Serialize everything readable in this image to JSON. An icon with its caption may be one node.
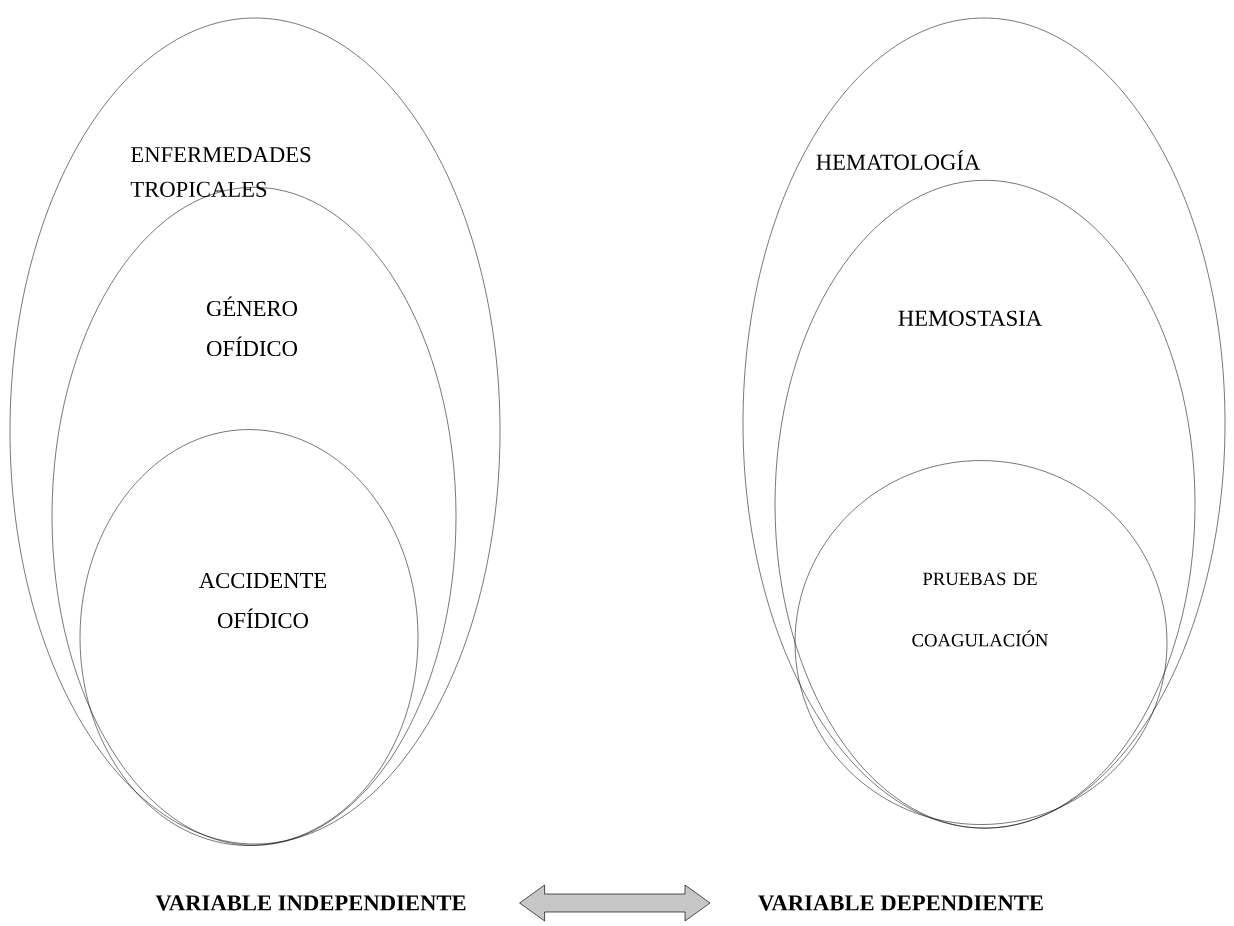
{
  "diagram": {
    "nodes": [
      {
        "text": [
          "ENFERMEDADES TROPICALES"
        ]
      },
      {
        "text": [
          "GÉNERO OFÍDICO"
        ],
        "in": 0
      },
      {
        "text": [
          "ACCIDENTE OFÍDICO"
        ],
        "in": 1
      },
      {
        "text": [
          "HEMATOLOGÍA"
        ]
      },
      {
        "text": [
          "HEMOSTASIA"
        ],
        "in": 3
      },
      {
        "text": [
          "PRUEBAS DE COAGULACIÓN"
        ],
        "in": 4
      },
      {
        "text": [
          "VARIABLE INDEPENDIENTE"
        ]
      },
      {
        "text": [
          "VARIABLE DEPENDIENTE"
        ]
      }
    ],
    "edges": [
      {
        "from": 6,
        "to": 7,
        "arrow": "both"
      }
    ]
  }
}
